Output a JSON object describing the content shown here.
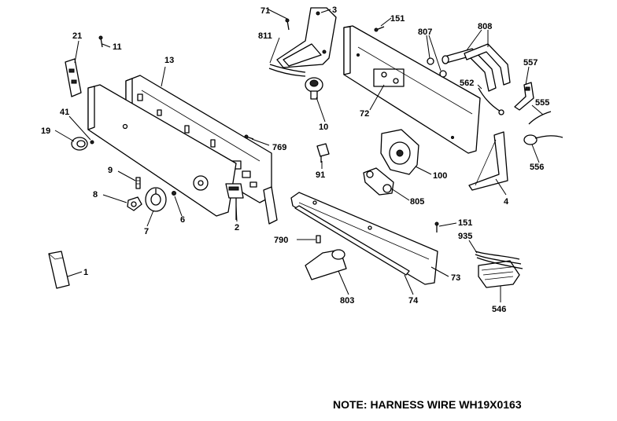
{
  "note": "NOTE: HARNESS WIRE WH19X0163",
  "labels": [
    "71",
    "3",
    "151",
    "807",
    "808",
    "811",
    "21",
    "11",
    "13",
    "557",
    "562",
    "555",
    "41",
    "19",
    "72",
    "10",
    "769",
    "556",
    "91",
    "100",
    "9",
    "805",
    "4",
    "8",
    "6",
    "2",
    "7",
    "151",
    "935",
    "790",
    "1",
    "73",
    "803",
    "74",
    "546"
  ]
}
